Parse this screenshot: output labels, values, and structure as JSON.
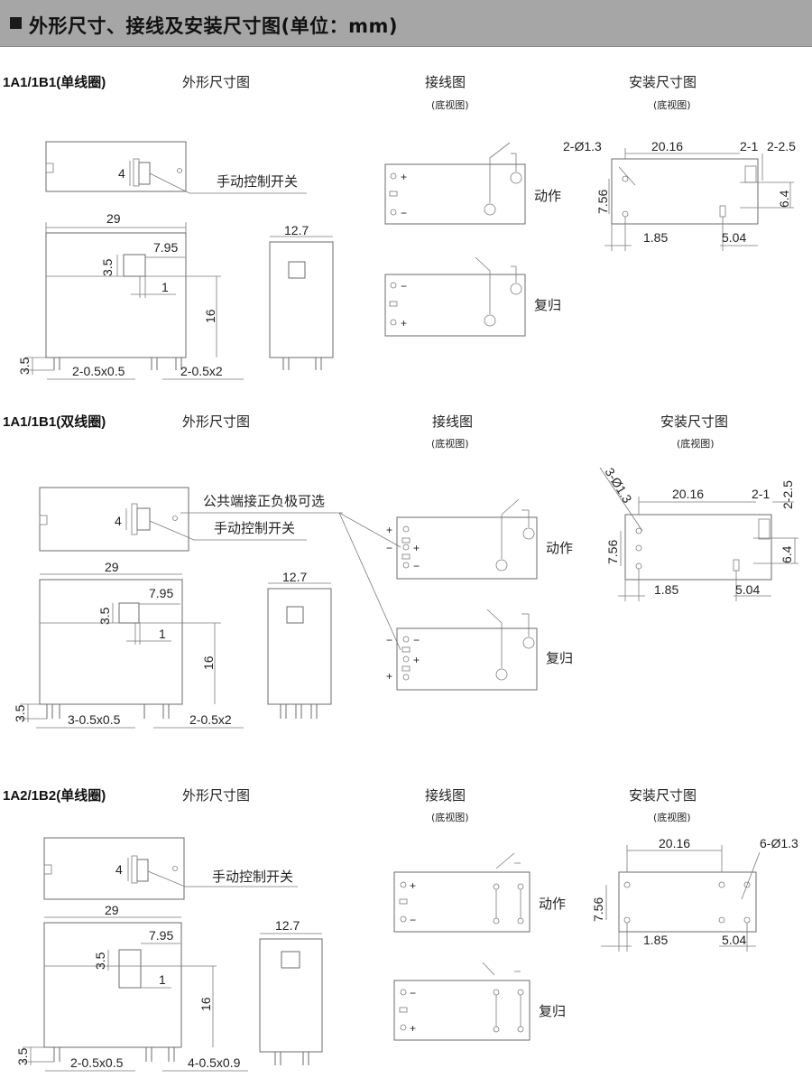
{
  "header": {
    "title": "外形尺寸、接线及安装尺寸图(单位：mm)"
  },
  "sections": [
    {
      "label": "1A1/1B1(单线圈)",
      "outline_caption": "外形尺寸图",
      "wiring_caption": "接线图",
      "wiring_sub": "(底视图)",
      "mount_caption": "安装尺寸图",
      "mount_sub": "(底视图)",
      "switch_label": "手动控制开关",
      "action_label": "动作",
      "reset_label": "复归",
      "dims": {
        "top_h": "4",
        "width": "29",
        "height": "16",
        "pin_h": "3.5",
        "btn_w": "7.95",
        "btn_h": "3.5",
        "btn_gap": "1",
        "pins_left": "2-0.5x0.5",
        "pins_right": "2-0.5x2",
        "depth": "12.7",
        "m_holes": "2-Ø1.3",
        "m_span": "20.16",
        "m_pin": "2-1",
        "m_pin2": "2-2.5",
        "m_h": "7.56",
        "m_h2": "6.4",
        "m_left": "1.85",
        "m_right": "5.04"
      }
    },
    {
      "label": "1A1/1B1(双线圈)",
      "outline_caption": "外形尺寸图",
      "wiring_caption": "接线图",
      "wiring_sub": "(底视图)",
      "mount_caption": "安装尺寸图",
      "mount_sub": "(底视图)",
      "switch_label": "手动控制开关",
      "polarity_label": "公共端接正负极可选",
      "action_label": "动作",
      "reset_label": "复归",
      "dims": {
        "top_h": "4",
        "width": "29",
        "height": "16",
        "pin_h": "3.5",
        "btn_w": "7.95",
        "btn_h": "3.5",
        "btn_gap": "1",
        "pins_left": "3-0.5x0.5",
        "pins_right": "2-0.5x2",
        "depth": "12.7",
        "m_holes": "3-Ø1.3",
        "m_span": "20.16",
        "m_pin": "2-1",
        "m_pin2": "2-2.5",
        "m_h": "7.56",
        "m_h2": "6.4",
        "m_left": "1.85",
        "m_right": "5.04"
      }
    },
    {
      "label": "1A2/1B2(单线圈)",
      "outline_caption": "外形尺寸图",
      "wiring_caption": "接线图",
      "wiring_sub": "(底视图)",
      "mount_caption": "安装尺寸图",
      "mount_sub": "(底视图)",
      "switch_label": "手动控制开关",
      "action_label": "动作",
      "reset_label": "复归",
      "dims": {
        "top_h": "4",
        "width": "29",
        "height": "16",
        "pin_h": "3.5",
        "btn_w": "7.95",
        "btn_h": "3.5",
        "btn_gap": "1",
        "pins_left": "2-0.5x0.5",
        "pins_right": "4-0.5x0.9",
        "depth": "12.7",
        "m_holes": "6-Ø1.3",
        "m_span": "20.16",
        "m_h": "7.56",
        "m_left": "1.85",
        "m_right": "5.04"
      }
    }
  ]
}
